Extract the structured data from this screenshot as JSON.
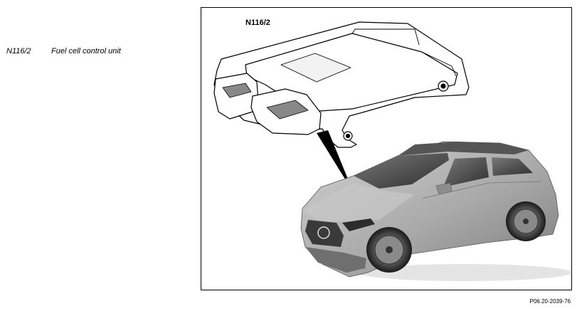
{
  "legend": {
    "code": "N116/2",
    "description": "Fuel cell control unit"
  },
  "figure": {
    "callout": "N116/2",
    "reference": "P06.20-2039-76"
  }
}
